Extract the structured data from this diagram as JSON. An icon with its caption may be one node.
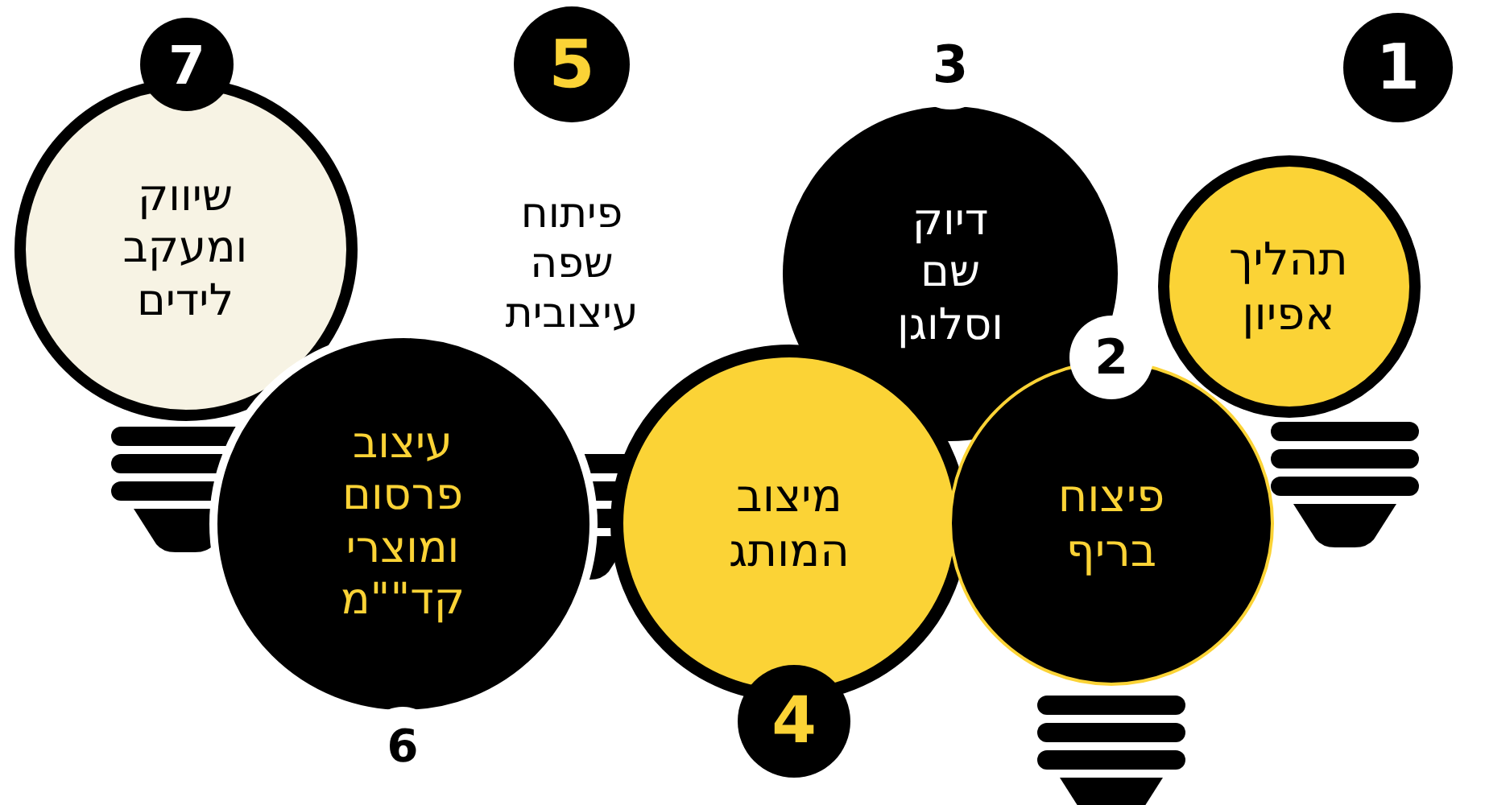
{
  "diagram": {
    "nodes": [
      {
        "text": [
          "1",
          "תהליך אפיון"
        ]
      },
      {
        "text": [
          "2",
          "פיצוח בריף"
        ]
      },
      {
        "text": [
          "3",
          "דיוק שם וסלוגן"
        ]
      },
      {
        "text": [
          "מיצוב המותג",
          "4"
        ]
      },
      {
        "text": [
          "5",
          "פיתוח שפה עיצובית"
        ]
      },
      {
        "text": [
          "עיצוב פרסום ומוצרי קד\"\"מ",
          "6"
        ]
      },
      {
        "text": [
          "7",
          "שיווק ומעקב לידים"
        ]
      }
    ]
  }
}
